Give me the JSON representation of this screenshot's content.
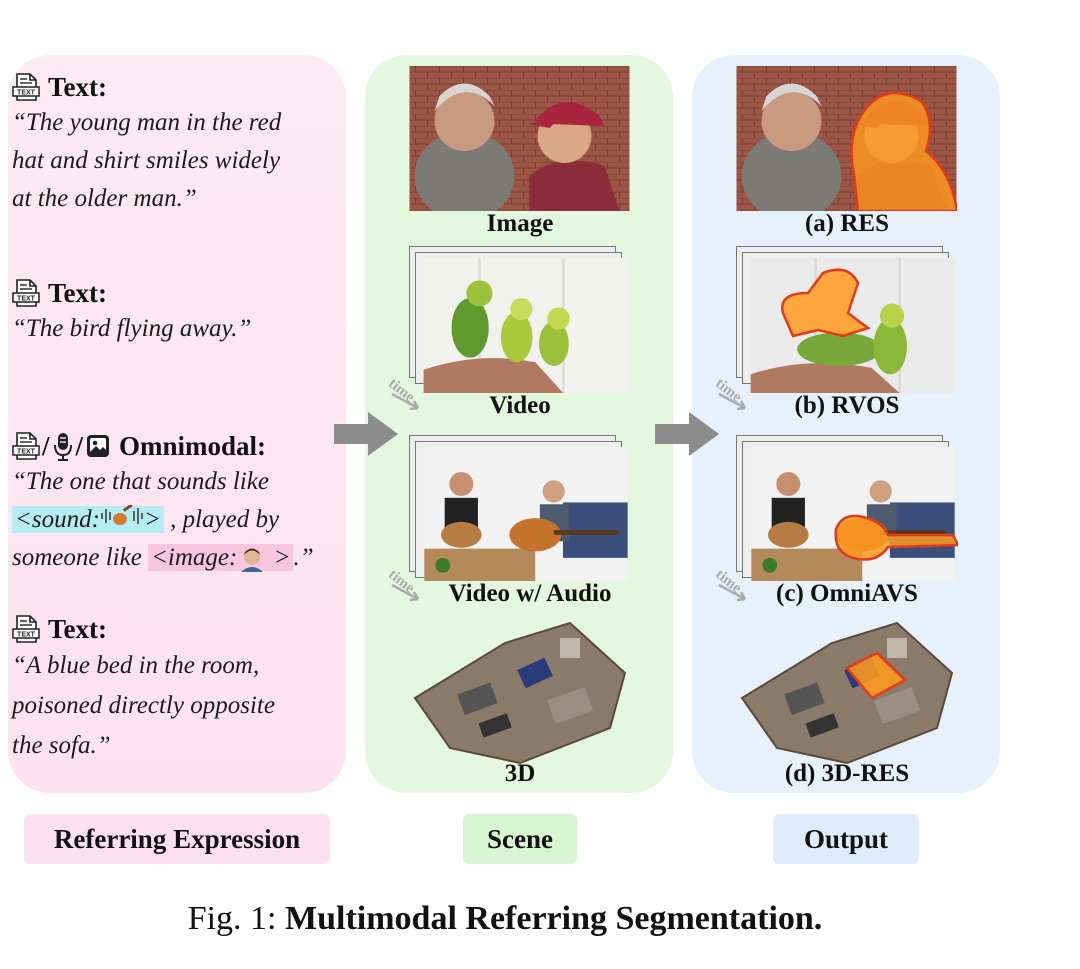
{
  "referring": {
    "expr1": {
      "head": "Text:",
      "lines": [
        "“The young man in the red",
        "hat and shirt smiles widely",
        "at the older man.”"
      ]
    },
    "expr2": {
      "head": "Text:",
      "lines": [
        "“The bird flying away.”"
      ]
    },
    "expr3": {
      "sep1": "/",
      "sep2": "/",
      "head": "Omnimodal:",
      "line1": "“The one that sounds like",
      "sound_chip_open": "<sound:",
      "sound_chip_close": ">",
      "line2_after": " , played by",
      "line3_before": "someone like ",
      "image_chip_open": "<image:",
      "image_chip_close": " >",
      "line3_after": ".”"
    },
    "expr4": {
      "head": "Text:",
      "lines": [
        "“A blue bed in the room,",
        "poisoned directly opposite",
        "the sofa.”"
      ]
    }
  },
  "scene": {
    "image": "Image",
    "video": "Video",
    "video_audio": "Video w/ Audio",
    "three_d": "3D",
    "time": "time"
  },
  "output": {
    "res": "(a) RES",
    "rvos": "(b) RVOS",
    "omniavs": "(c) OmniAVS",
    "res3d": "(d) 3D-RES"
  },
  "bottom": {
    "referring": "Referring Expression",
    "scene": "Scene",
    "output": "Output"
  },
  "figure": {
    "prefix": "Fig. 1: ",
    "title": "Multimodal Referring Segmentation."
  },
  "colors": {
    "panel_left": "#fde6f1",
    "panel_mid": "#e3f8df",
    "panel_right": "#e6f1fc",
    "mask": "#ff9a1e",
    "arrow": "#8c8c8c"
  }
}
